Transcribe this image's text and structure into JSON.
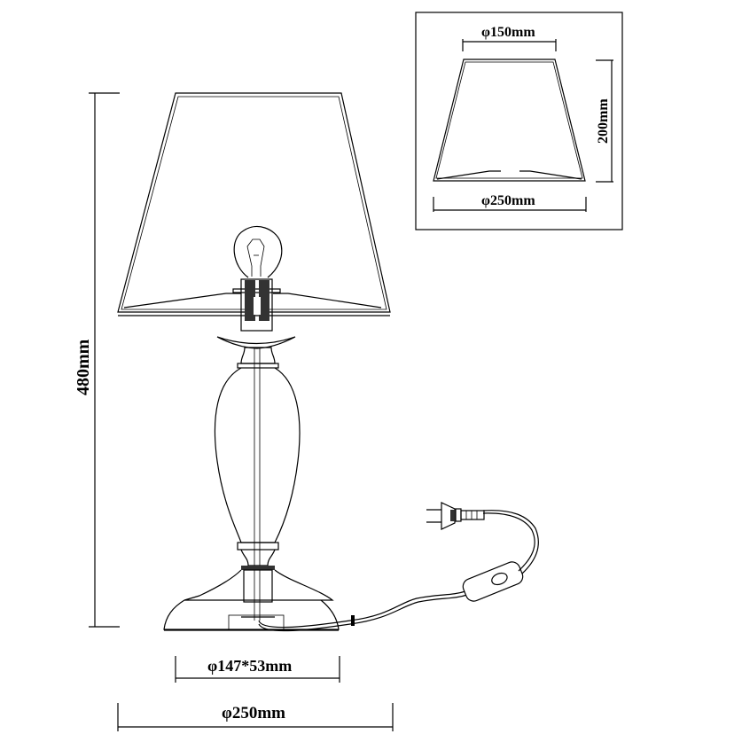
{
  "drawing": {
    "total_height": "480mm",
    "base_size": "φ147*53mm",
    "shade_bottom_main": "φ250mm"
  },
  "shade_inset": {
    "top_diameter": "φ150mm",
    "height": "200mm",
    "bottom_diameter": "φ250mm"
  }
}
